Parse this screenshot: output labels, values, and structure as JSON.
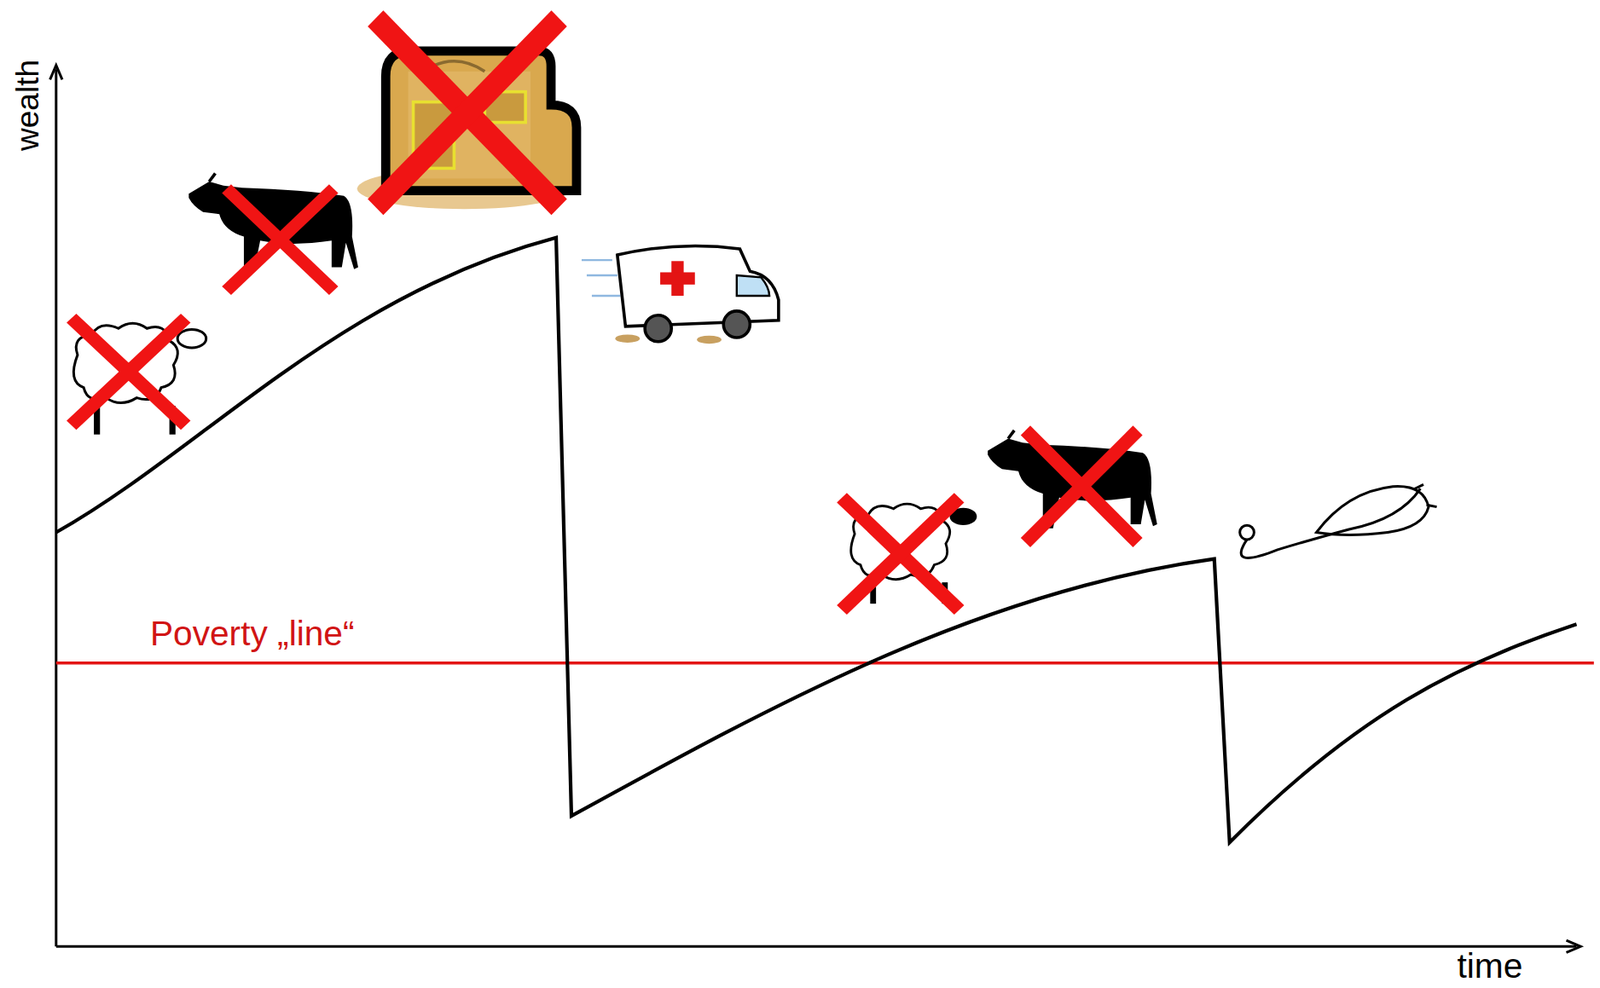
{
  "diagram": {
    "labels": [
      "wealth",
      "time",
      "Poverty „line“"
    ]
  }
}
